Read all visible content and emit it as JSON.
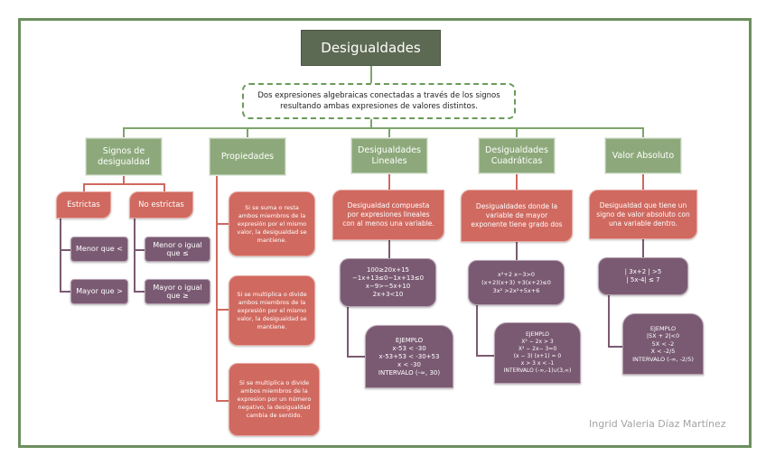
{
  "title": "Desigualdades",
  "definition": "Dos expresiones algebraicas conectadas a través de los signos resultando ambas expresiones de valores distintos.",
  "colors": {
    "frame": "#6b8f5e",
    "title_bg": "#5d6a53",
    "category_bg": "#8da97b",
    "detail_bg": "#d0695f",
    "example_bg": "#7a5a72"
  },
  "categories": [
    {
      "label": "Signos de desigualdad",
      "subgroups": [
        {
          "label": "Estrictas",
          "items": [
            "Menor que <",
            "Mayor que >"
          ]
        },
        {
          "label": "No estrictas",
          "items": [
            "Menor o igual que ≤",
            "Mayor o igual que ≥"
          ]
        }
      ]
    },
    {
      "label": "Propiedades",
      "items": [
        "Si se suma o resta ambos miembros de la expresión por el mismo valor, la desigualdad se mantiene.",
        "Si se multiplica o divide ambos miembros de la expresión por el mismo valor, la desigualdad se mantiene.",
        "Si se multiplica o divide ambos miembros de la expresion por un número negativo, la desigualdad cambia de sentido."
      ]
    },
    {
      "label": "Desigualdades Lineales",
      "description": "Desigualdad compuesta por expresiones lineales con al menos una variable.",
      "examples": "100≥20x+15\n−1x+13≤0−1x+13≤0\nx−9>−5x+10\n2x+3<10",
      "worked_example": "EJEMPLO\nx-53 < -30\nx-53+53 < -30+53\nx < -30\nINTERVALO (-∞, 30)"
    },
    {
      "label": "Desigualdades Cuadráticas",
      "description": "Desigualdades donde la variable de mayor exponente tiene grado dos",
      "examples": "x²+2 x−3>0\n(x+2)(x+3) +3(x+2)≤0\n3x² >2x²+5x+6",
      "worked_example": "EJEMPLO\nX² − 2x > 3\nX² − 2x− 3=0\n(x − 3) (x+1) = 0\nx > 3    x < -1\nINTERVALO (-∞,-1)∪(3,∞)"
    },
    {
      "label": "Valor Absoluto",
      "description": "Desigualdad que tiene un signo de valor absoluto con una variable dentro.",
      "examples": "| 3x+2 | >5\n| 5x-4| ≤ 7",
      "worked_example": "EJEMPLO\n|5X + 2|<0\n5X < -2\nX < -2/5\nINTERVALO (-∞, -2/5)"
    }
  ],
  "author": "Ingrid Valeria Díaz Martínez"
}
